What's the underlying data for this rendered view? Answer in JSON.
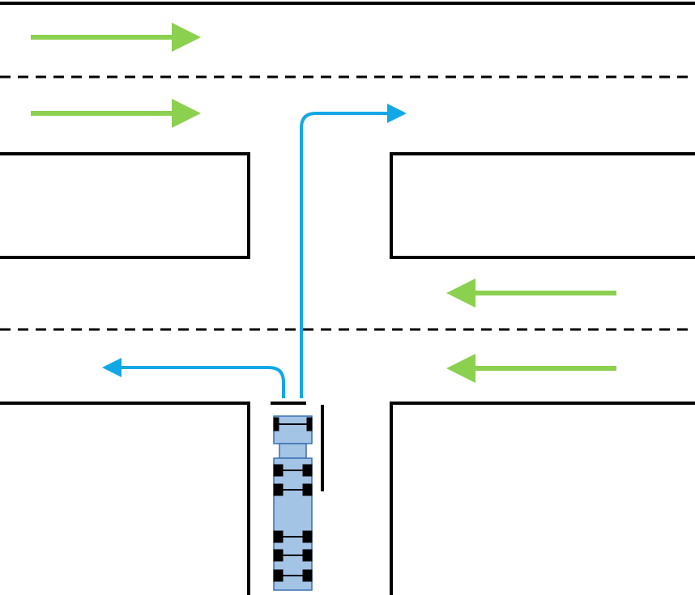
{
  "diagram": {
    "title": "",
    "colors": {
      "background": "#ffffff",
      "road_line": "#000000",
      "traffic_arrow": "#8cd04f",
      "path_arrow": "#12a8e6",
      "truck_fill": "#a4c4e6",
      "truck_outline": "#3a6fb0",
      "wheel": "#000000"
    },
    "traffic_flows": [
      {
        "name": "upper-road-lane-1",
        "direction": "east"
      },
      {
        "name": "upper-road-lane-2",
        "direction": "east"
      },
      {
        "name": "lower-road-lane-1",
        "direction": "west"
      },
      {
        "name": "lower-road-lane-2",
        "direction": "west"
      }
    ],
    "vehicle": {
      "type": "truck-with-trailer",
      "icon": "truck-icon",
      "heading": "north"
    },
    "maneuvers": [
      {
        "name": "left-turn-path",
        "turn": "left"
      },
      {
        "name": "straight-then-right-turn-path",
        "turn": "straight-then-right"
      }
    ]
  }
}
